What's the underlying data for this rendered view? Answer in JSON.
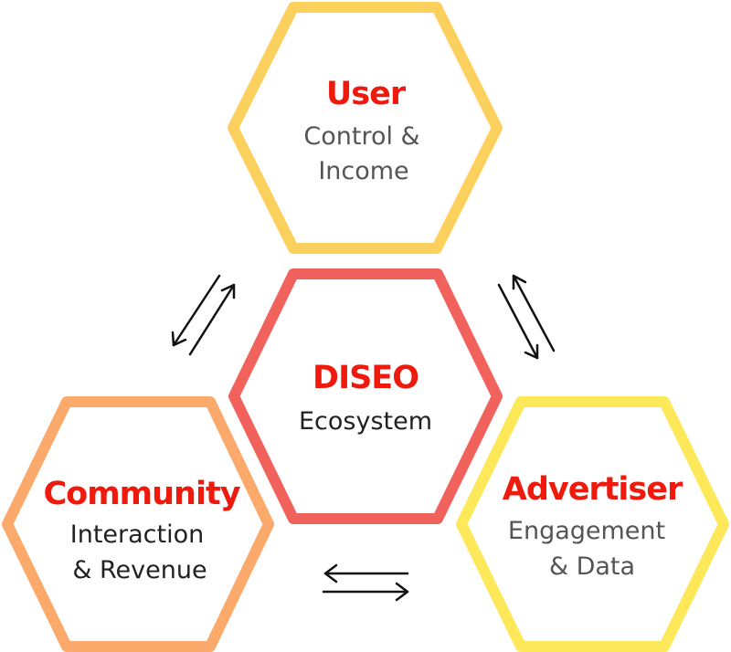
{
  "colors": {
    "user_hex": "#fbd05d",
    "center_hex": "#f0625b",
    "community_hex": "#fcaa6b",
    "advertiser_hex": "#fde859",
    "title_red": "#ee1a0e",
    "subtitle_dark": "#333333",
    "subtitle_gray": "#555555",
    "arrow": "#111111"
  },
  "nodes": {
    "user": {
      "title": "User",
      "line1": "Control &",
      "line2": "Income"
    },
    "center": {
      "title": "DISEO",
      "line1": "Ecosystem"
    },
    "community": {
      "title": "Community",
      "line1": "Interaction",
      "line2": "& Revenue"
    },
    "advertiser": {
      "title": "Advertiser",
      "line1": "Engagement",
      "line2": "& Data"
    }
  }
}
